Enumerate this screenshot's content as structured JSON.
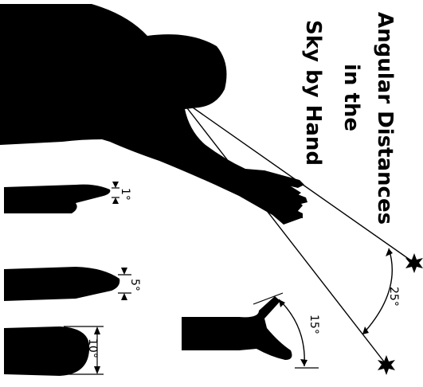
{
  "figure": {
    "title_lines": [
      "Angular Distances",
      "in the",
      "Sky by Hand"
    ],
    "labels": {
      "stars_span": "25°",
      "hand_span": "15°",
      "finger_tip": "1°",
      "three_fingers": "5°",
      "fist": "10°"
    },
    "colors": {
      "ink": "#000000",
      "background": "#ffffff"
    },
    "icons": [
      "star-icon",
      "person-silhouette",
      "pointing-finger",
      "fist",
      "spread-hand"
    ]
  }
}
